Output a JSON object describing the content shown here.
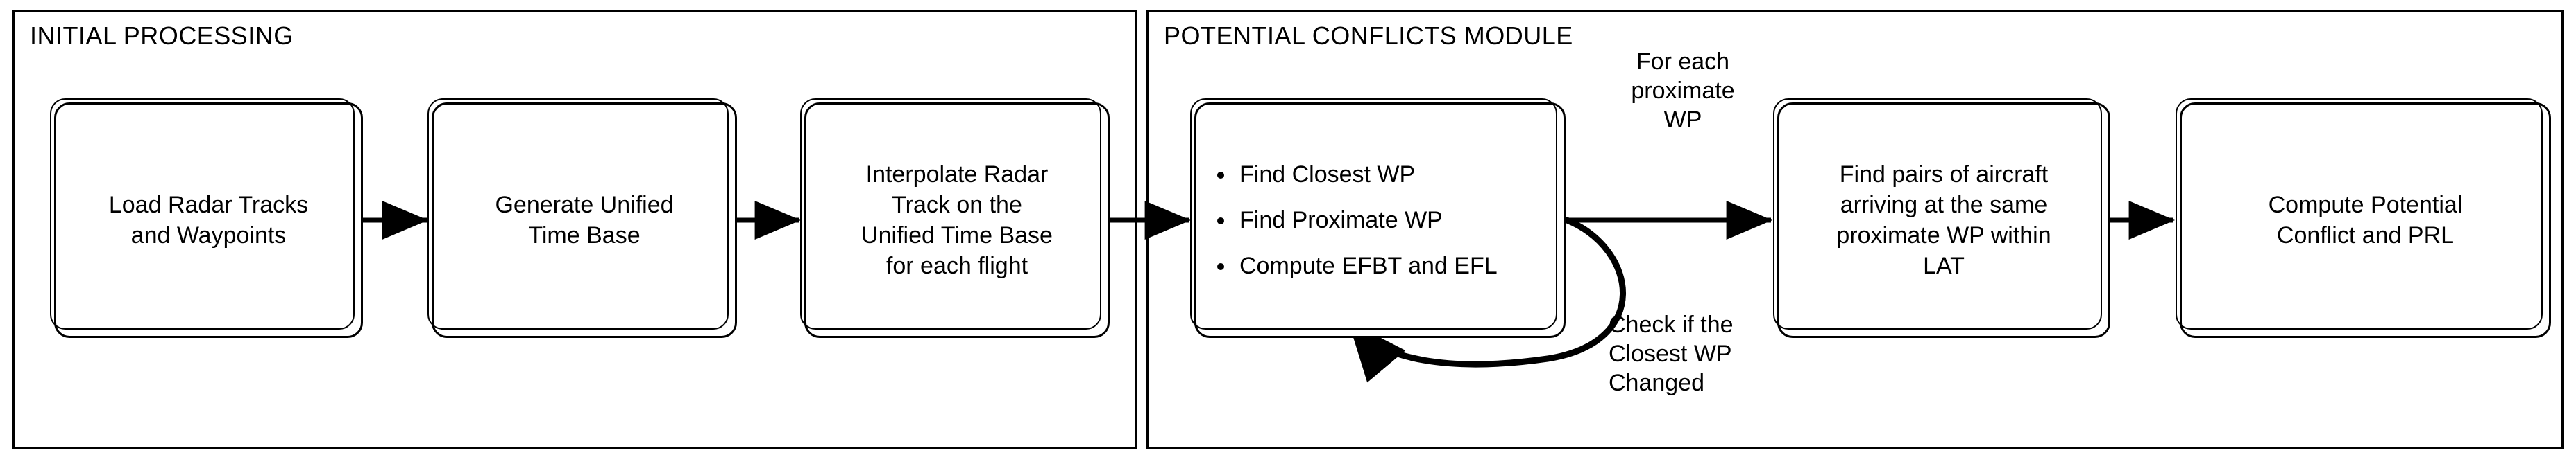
{
  "diagram": {
    "title": "Potential Conflicts processing pipeline",
    "background": "#ffffff",
    "stroke": "#000000"
  },
  "modules": [
    {
      "id": "initial-processing",
      "title": "INITIAL PROCESSING"
    },
    {
      "id": "potential-conflicts",
      "title": "POTENTIAL CONFLICTS MODULE"
    }
  ],
  "nodes": {
    "load_radar": "Load Radar Tracks\nand Waypoints",
    "generate_utb": "Generate Unified\nTime Base",
    "interpolate": "Interpolate Radar\nTrack on the\nUnified Time Base\nfor each flight",
    "find_pairs": "Find pairs of aircraft\narriving at the same\nproximate WP within\nLAT",
    "compute_conflict": "Compute Potential\nConflict and PRL"
  },
  "bulleted_node": {
    "items": [
      "Find Closest WP",
      "Find Proximate WP",
      "Compute EFBT and\nEFL"
    ]
  },
  "edge_labels": {
    "for_each_proximate_wp": "For each\nproximate\nWP",
    "check_closest_wp_changed": "Check if the\nClosest WP\nChanged"
  },
  "icons": {
    "arrow_right": "arrow-right-icon",
    "arrow_loop_back": "arrow-loop-back-icon"
  }
}
